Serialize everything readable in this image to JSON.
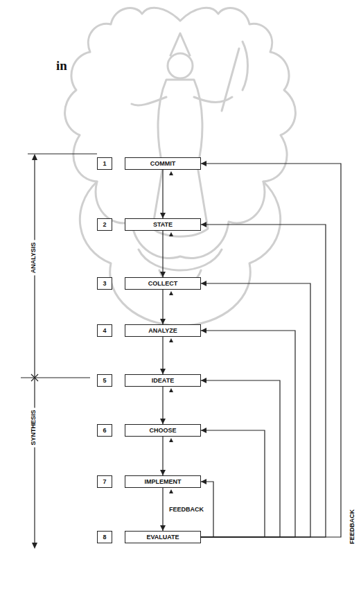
{
  "diagram": {
    "nodes": [
      {
        "text": [
          "1"
        ]
      },
      {
        "text": [
          "COMMIT"
        ]
      },
      {
        "text": [
          "2"
        ]
      },
      {
        "text": [
          "STATE"
        ]
      },
      {
        "text": [
          "3"
        ]
      },
      {
        "text": [
          "COLLECT"
        ]
      },
      {
        "text": [
          "4"
        ]
      },
      {
        "text": [
          "ANALYZE"
        ]
      },
      {
        "text": [
          "5"
        ]
      },
      {
        "text": [
          "IDEATE"
        ]
      },
      {
        "text": [
          "6"
        ]
      },
      {
        "text": [
          "CHOOSE"
        ]
      },
      {
        "text": [
          "7"
        ]
      },
      {
        "text": [
          "IMPLEMENT"
        ]
      },
      {
        "text": [
          "8"
        ]
      },
      {
        "text": [
          "EVALUATE"
        ]
      }
    ],
    "edges": [
      {
        "from": 1,
        "to": 3,
        "arrow": "to"
      },
      {
        "from": 3,
        "to": 5,
        "arrow": "to"
      },
      {
        "from": 5,
        "to": 7,
        "arrow": "to"
      },
      {
        "from": 7,
        "to": 9,
        "arrow": "to"
      },
      {
        "from": 9,
        "to": 11,
        "arrow": "to"
      },
      {
        "from": 11,
        "to": 13,
        "arrow": "to"
      },
      {
        "from": 13,
        "to": 15,
        "label": "FEEDBACK",
        "arrow": "to"
      },
      {
        "from": 15,
        "to": 13,
        "arrow": "to"
      },
      {
        "from": 15,
        "to": 11,
        "arrow": "to"
      },
      {
        "from": 15,
        "to": 9,
        "arrow": "to"
      },
      {
        "from": 15,
        "to": 7,
        "arrow": "to"
      },
      {
        "from": 15,
        "to": 5,
        "arrow": "to"
      },
      {
        "from": 15,
        "to": 3,
        "arrow": "to"
      },
      {
        "from": 15,
        "to": 1,
        "arrow": "to"
      }
    ],
    "labels": [
      "in",
      "ANALYSIS",
      "SYNTHESIS",
      "FEEDBACK"
    ]
  }
}
